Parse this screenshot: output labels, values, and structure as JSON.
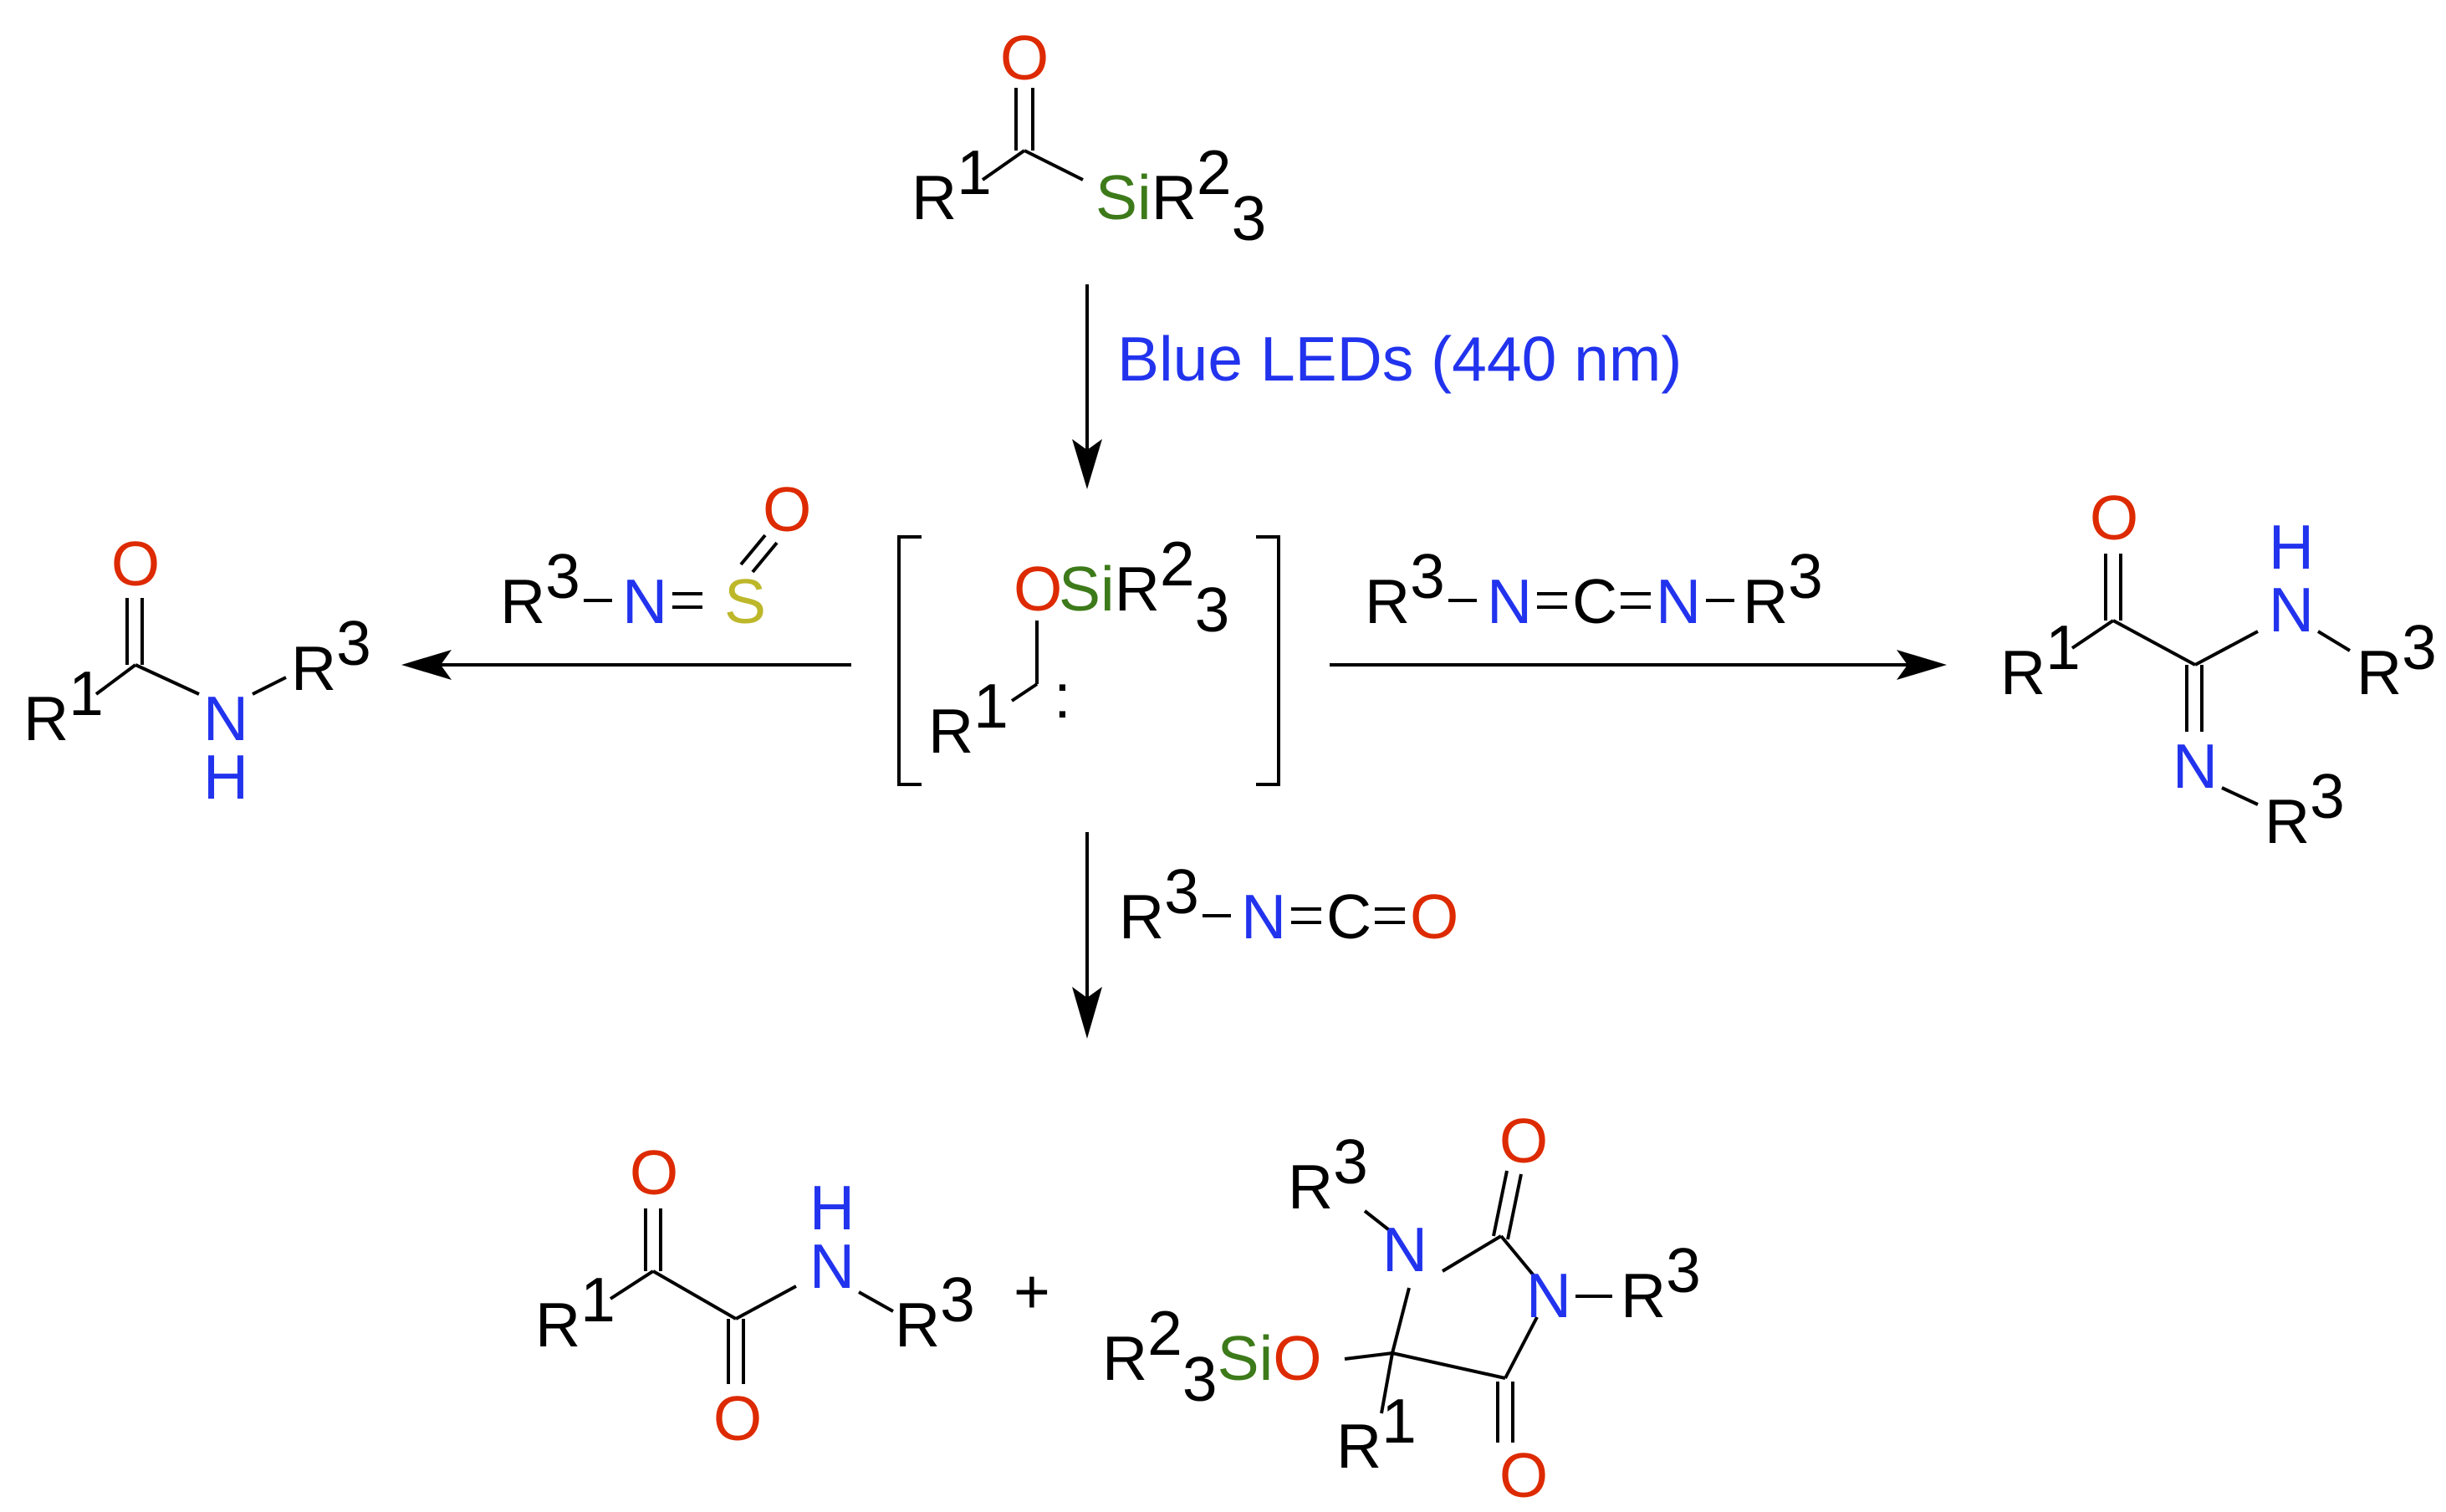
{
  "colors": {
    "carbon": "#000000",
    "oxygen": "#dd2a00",
    "nitrogen": "#2233ee",
    "silicon": "#3d7a1a",
    "sulfur": "#bdb72a",
    "condition": "#2233ee"
  },
  "atoms": {
    "O": "O",
    "N": "N",
    "H": "H",
    "S": "S",
    "C": "C",
    "Si": "Si",
    "R": "R",
    "plus": "+",
    "dash": "–",
    "eq": "="
  },
  "subs": {
    "one": "1",
    "two": "2",
    "three": "3"
  },
  "condition_text": "Blue LEDs (440 nm)",
  "carbene_dots": ":"
}
